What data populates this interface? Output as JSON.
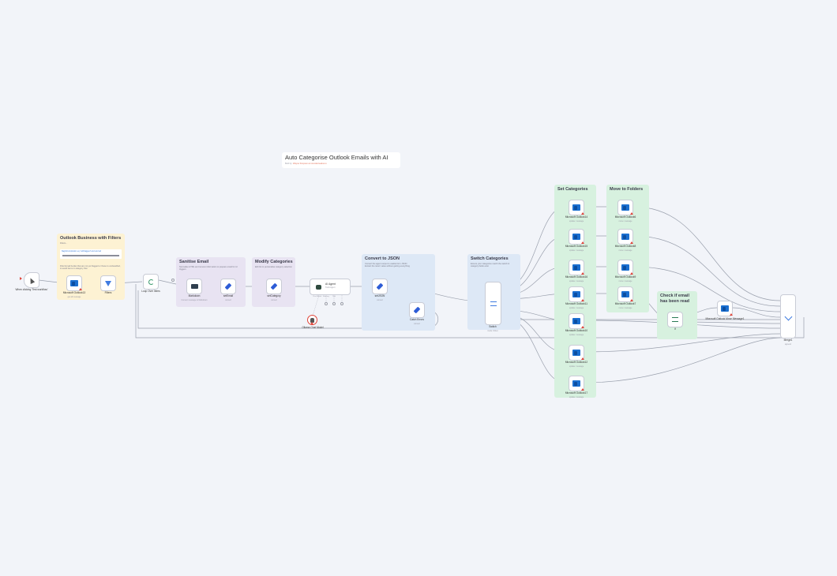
{
  "workflow": {
    "title": "Auto Categorise Outlook Emails with AI",
    "subtitle_prefix": "Built by:",
    "subtitle_link": "Wayne Simpson at nocodecreative.io"
  },
  "stickies": {
    "outlook_filters": {
      "title": "Outlook Business with Filters",
      "body": "Filters...",
      "code": "flag/isCompletion eq 'notFlagged' and and ad",
      "note": "Filter Email bucket that are not yet flagged or those to unclassified, to avoid items in category that"
    },
    "sanitise": {
      "title": "Sanitise Email",
      "body": "Normalise HTML and remove information to prepare email for AI triggers"
    },
    "modify": {
      "title": "Modify Categories",
      "body": "Edit list to personalise category selection"
    },
    "convert_json": {
      "title": "Convert to JSON",
      "line1": "Convert the agent output to usable form JSON",
      "line2": "Extract the return value without getting everything"
    },
    "switch_cat": {
      "title": "Switch Categories",
      "body": "Ensure your categories match the switch & category fields exist"
    },
    "set_cat": {
      "title": "Set Categories"
    },
    "move_folders": {
      "title": "Move to Folders"
    },
    "check_read": {
      "title": "Check if email has been read"
    }
  },
  "nodes": {
    "trigger": {
      "label": "When clicking 'Test workflow'"
    },
    "outlook13": {
      "label": "Microsoft Outlook13",
      "sub": "get all message"
    },
    "filters": {
      "label": "Filters"
    },
    "loop": {
      "label": "Loop Over Items"
    },
    "markdown": {
      "label": "Markdown",
      "sub": "Convert message to Markdown"
    },
    "set_email": {
      "label": "setEmail",
      "sub": "convert"
    },
    "set_category": {
      "label": "setCategory",
      "sub": "convert"
    },
    "ai_agent": {
      "label": "AI Agent",
      "sub": "Tools Agent",
      "sub2": "Chat Model",
      "sub3": "Memory",
      "sub4": "Tool"
    },
    "ollama": {
      "label": "Ollama Chat Model"
    },
    "set_json": {
      "label": "setJSON",
      "sub": "convert"
    },
    "catch_errors": {
      "label": "Catch Errors",
      "sub": "convert"
    },
    "switch": {
      "label": "Switch",
      "sub": "mode: Rules"
    },
    "if": {
      "label": "If"
    },
    "move_message": {
      "label": "Microsoft Outlook Move Message1"
    },
    "merge": {
      "label": "Merge1",
      "sub": "append"
    },
    "set_nodes": [
      {
        "label": "Microsoft Outlook14",
        "sub": "update: message"
      },
      {
        "label": "Microsoft Outlook15",
        "sub": "update: message"
      },
      {
        "label": "Microsoft Outlook16",
        "sub": "update: message"
      },
      {
        "label": "Microsoft Outlook11",
        "sub": "update: message"
      },
      {
        "label": "Microsoft Outlook10",
        "sub": "update: message"
      },
      {
        "label": "Microsoft Outlook12",
        "sub": "update: message"
      },
      {
        "label": "Microsoft Outlook17",
        "sub": "update: message"
      }
    ],
    "move_nodes": [
      {
        "label": "Microsoft Outlook6",
        "sub": "move: message"
      },
      {
        "label": "Microsoft Outlook8",
        "sub": "move: message"
      },
      {
        "label": "Microsoft Outlook9",
        "sub": "move: message"
      },
      {
        "label": "Microsoft Outlook7",
        "sub": "move: message"
      }
    ]
  },
  "colors": {
    "canvas": "#f2f4f9",
    "outlook": "#1a6fd0",
    "warning": "#e0463b",
    "wire": "#9aa0ad"
  }
}
